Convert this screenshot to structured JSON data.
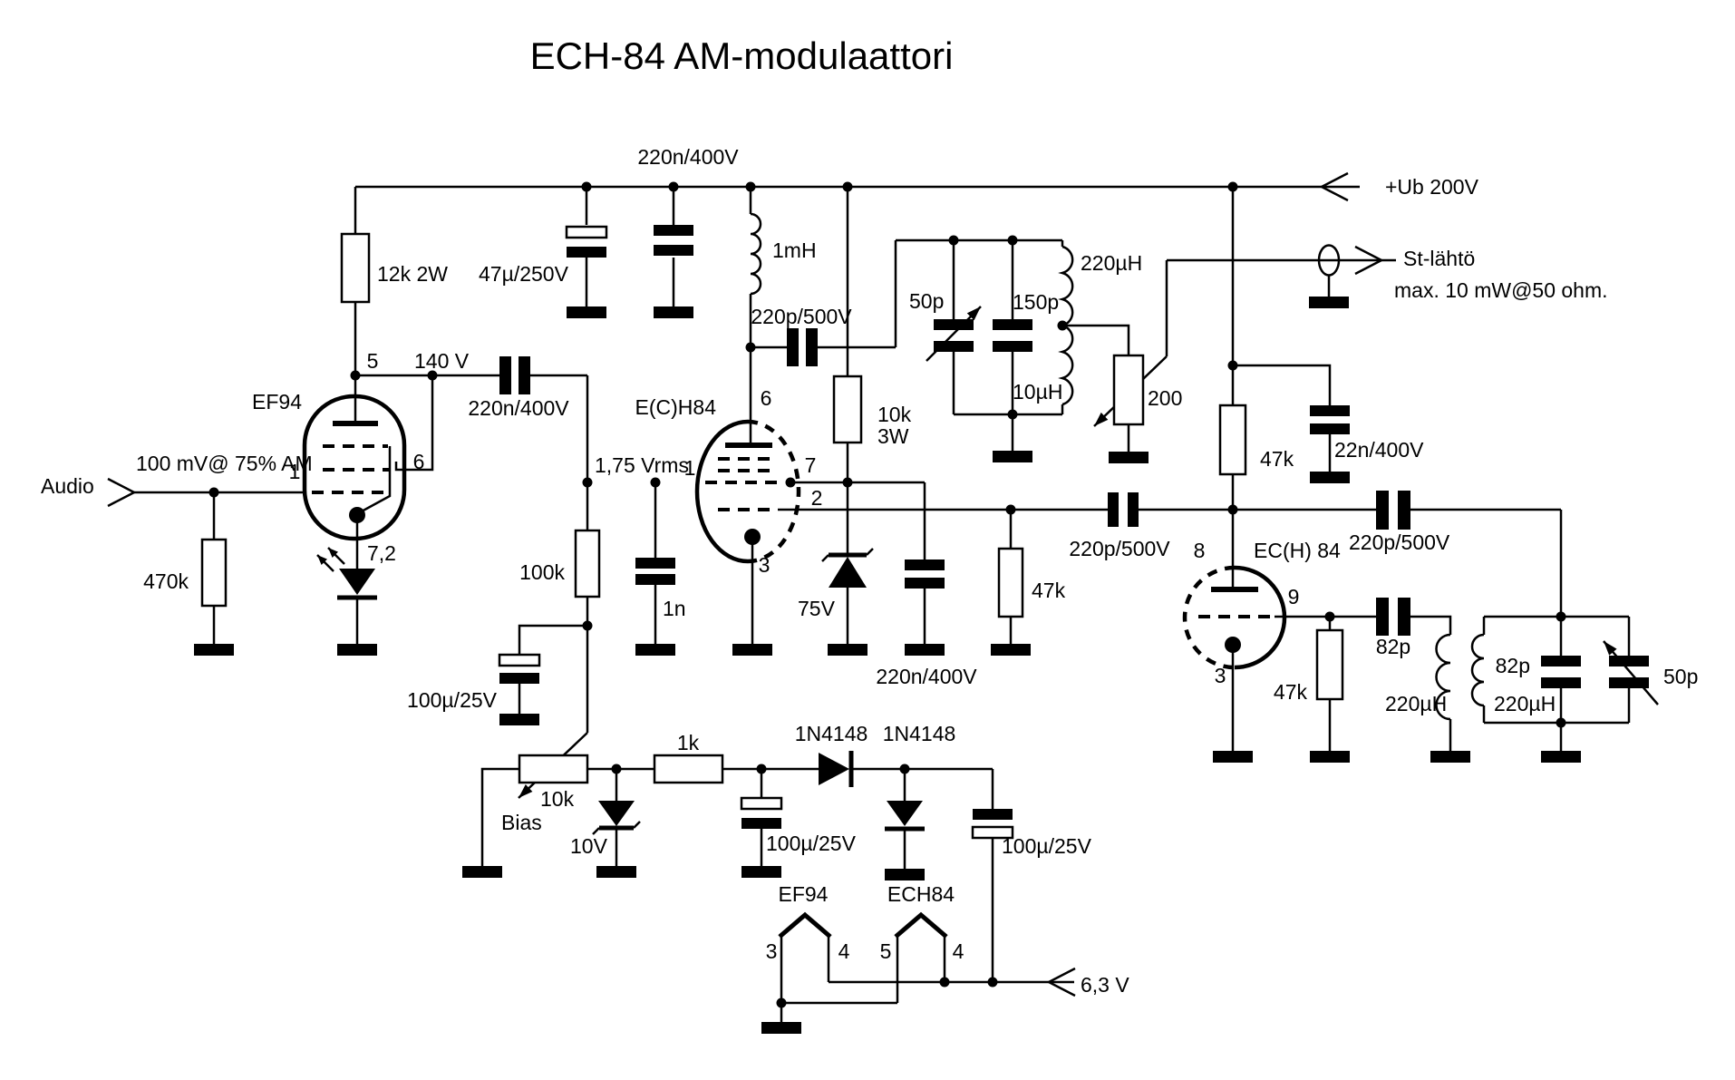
{
  "title": "ECH-84 AM-modulaattori",
  "colors": {
    "ink": "#000000",
    "background": "#ffffff"
  },
  "labels": {
    "title": "ECH-84 AM-modulaattori",
    "c220n_top": "220n/400V",
    "ub": "+Ub 200V",
    "r12k": "12k 2W",
    "c47u": "47µ/250V",
    "l1mh": "1mH",
    "l220uh_osc": "220µH",
    "c50p_osc": "50p",
    "c150p": "150p",
    "l10uh": "10µH",
    "c220p_osc": "220p/500V",
    "r10k_1": "10k",
    "r10k_2": "3W",
    "r200": "200",
    "st_out": "St-lähtö",
    "st_max": "max. 10 mW@50 ohm.",
    "r47k_top": "47k",
    "c22n": "22n/400V",
    "ef94": "EF94",
    "pin5": "5",
    "v140": "140 V",
    "c220n_mid": "220n/400V",
    "pin6_ef94": "6",
    "pin1_ef94": "1",
    "mv100": "100 mV@ 75% AM",
    "audio": "Audio",
    "r470k": "470k",
    "led72": "7,2",
    "ech84": "E(C)H84",
    "vrms": "1,75 Vrms",
    "pin1_ech": "1",
    "pin6_ech": "6",
    "pin7_ech": "7",
    "pin2_ech": "2",
    "pin3_ech": "3",
    "r100k": "100k",
    "c1n": "1n",
    "z75": "75V",
    "c220n_bot": "220n/400V",
    "r47k_mid": "47k",
    "c220p_coup": "220p/500V",
    "pin8": "8",
    "ech84_r": "EC(H) 84",
    "pin9": "9",
    "pin3_r": "3",
    "r47k_9": "47k",
    "c82p_1": "82p",
    "l220uh_1": "220µH",
    "c82p_2": "82p",
    "l220uh_2": "220µH",
    "c50p_2": "50p",
    "c220p_2": "220p/500V",
    "c100u_1": "100µ/25V",
    "pot10k": "10k",
    "bias": "Bias",
    "r1k": "1k",
    "z10": "10V",
    "d1": "1N4148",
    "d2": "1N4148",
    "c100u_2": "100µ/25V",
    "c100u_3": "100µ/25V",
    "htr_ef94": "EF94",
    "htr_ech84": "ECH84",
    "h3": "3",
    "h4a": "4",
    "h5": "5",
    "h4b": "4",
    "v63": "6,3 V"
  }
}
